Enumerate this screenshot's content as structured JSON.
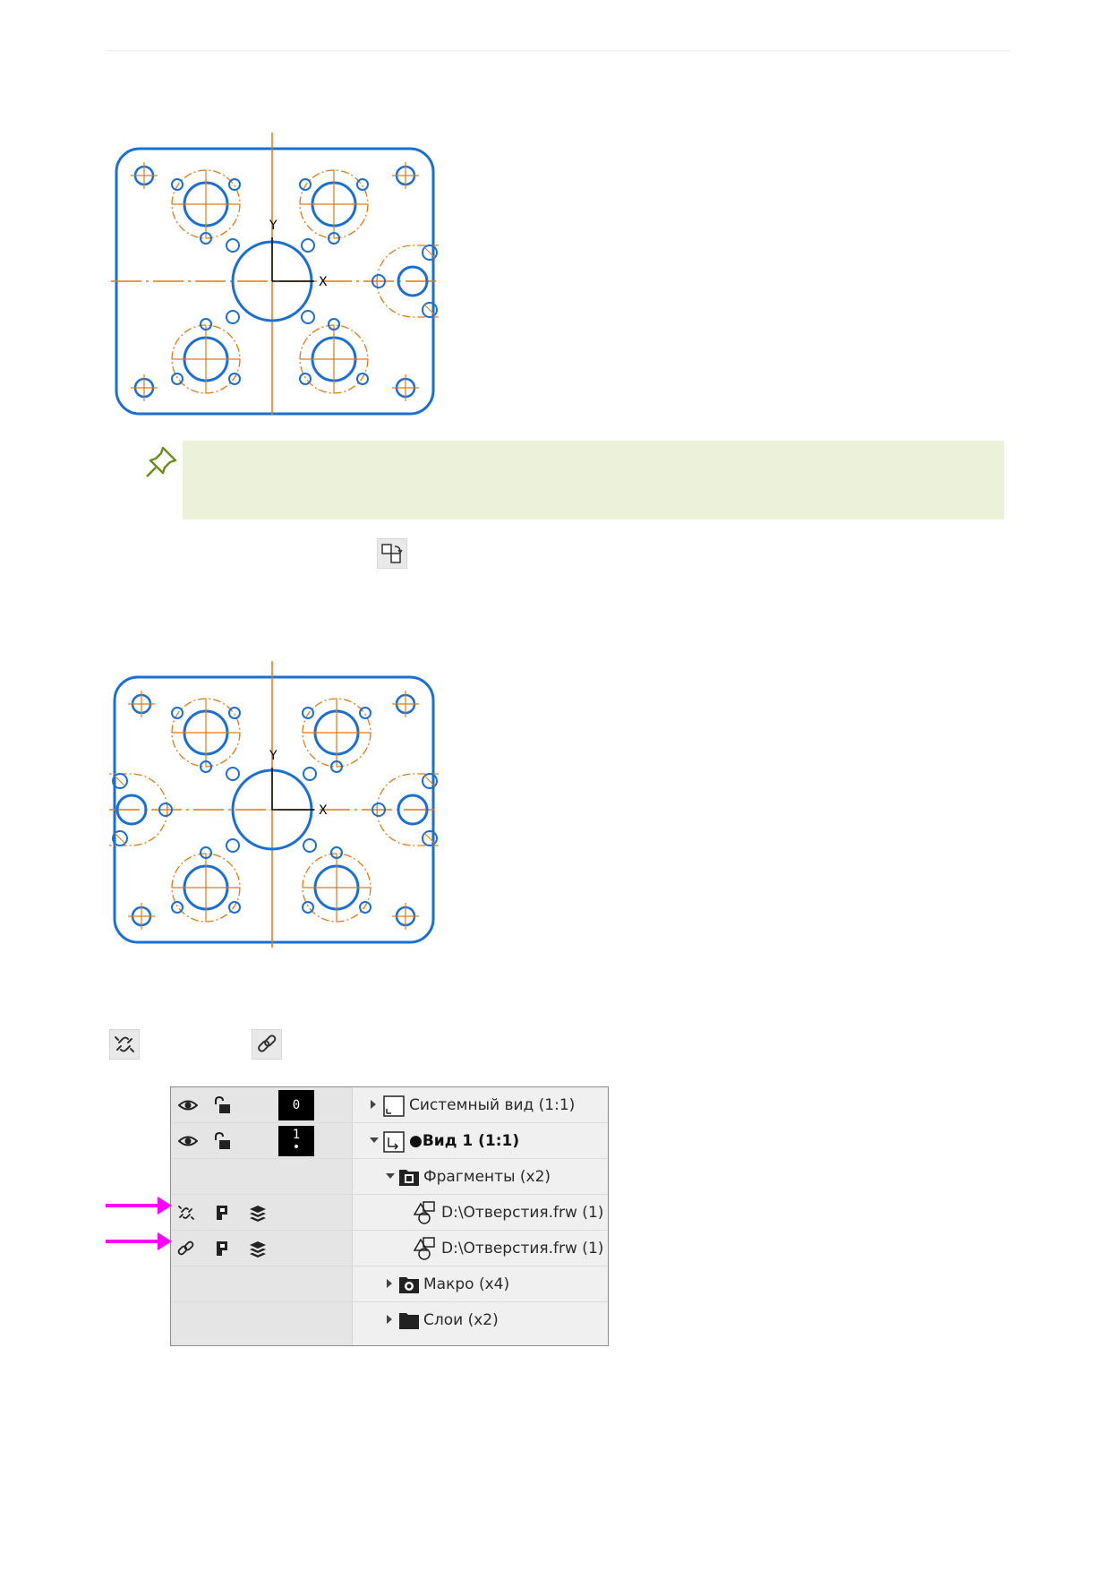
{
  "drawings": {
    "first": {
      "axis_x_label": "X",
      "axis_y_label": "Y"
    },
    "second": {
      "axis_x_label": "X",
      "axis_y_label": "Y"
    }
  },
  "icons": {
    "note": "pushpin-icon",
    "toolbar": [
      "swap-view-icon",
      "link-broken-icon",
      "link-icon"
    ]
  },
  "colors": {
    "contour": "#1a6fd4",
    "axis": "#e07a10",
    "note_bg": "#ebf2d9",
    "arrow": "#ff00ff"
  },
  "tree": {
    "rows": [
      {
        "layer_number": "0",
        "label": "Системный вид (1:1)"
      },
      {
        "layer_number": "1",
        "label": "●Вид 1 (1:1)"
      },
      {
        "label": "Фрагменты (x2)"
      },
      {
        "label": "D:\\Отверстия.frw (1)"
      },
      {
        "label": "D:\\Отверстия.frw (1)"
      },
      {
        "label": "Макро (x4)"
      },
      {
        "label": "Слои (x2)"
      }
    ]
  }
}
